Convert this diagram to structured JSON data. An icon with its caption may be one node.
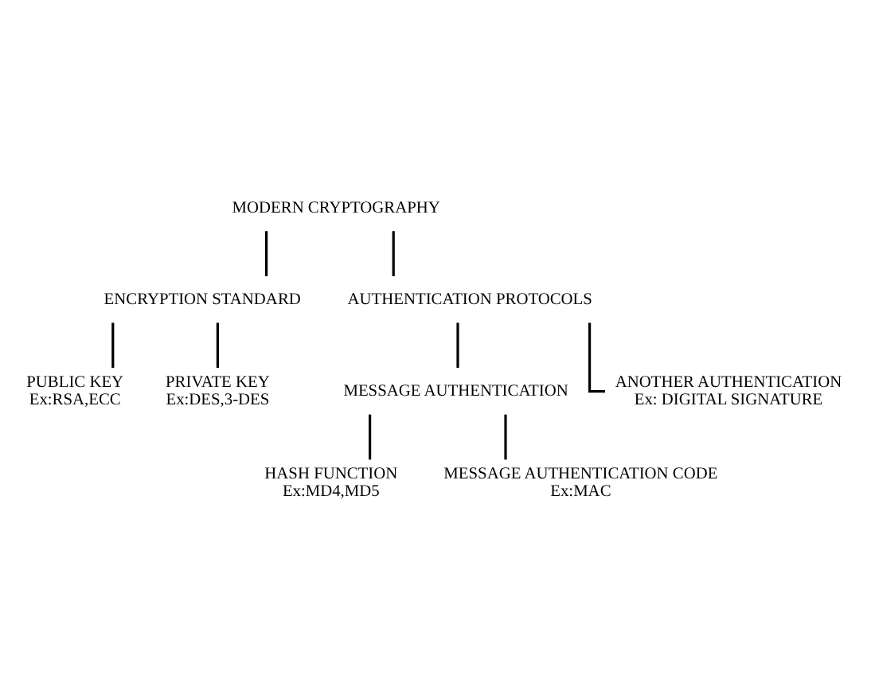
{
  "diagram": {
    "nodes": [
      {
        "text": [
          "MODERN CRYPTOGRAPHY"
        ]
      },
      {
        "text": [
          "ENCRYPTION STANDARD"
        ]
      },
      {
        "text": [
          "AUTHENTICATION PROTOCOLS"
        ]
      },
      {
        "text": [
          "PUBLIC KEY",
          "Ex:RSA,ECC"
        ]
      },
      {
        "text": [
          "PRIVATE KEY",
          "Ex:DES,3-DES"
        ]
      },
      {
        "text": [
          "MESSAGE AUTHENTICATION"
        ]
      },
      {
        "text": [
          "ANOTHER AUTHENTICATION",
          "Ex: DIGITAL SIGNATURE"
        ]
      },
      {
        "text": [
          "HASH FUNCTION",
          "Ex:MD4,MD5"
        ]
      },
      {
        "text": [
          "MESSAGE AUTHENTICATION CODE",
          "Ex:MAC"
        ]
      }
    ],
    "edges": [
      {
        "from": 0,
        "to": 1,
        "arrow": "none"
      },
      {
        "from": 0,
        "to": 2,
        "arrow": "none"
      },
      {
        "from": 1,
        "to": 3,
        "arrow": "none"
      },
      {
        "from": 1,
        "to": 4,
        "arrow": "none"
      },
      {
        "from": 2,
        "to": 5,
        "arrow": "none"
      },
      {
        "from": 2,
        "to": 6,
        "arrow": "none"
      },
      {
        "from": 5,
        "to": 7,
        "arrow": "none"
      },
      {
        "from": 5,
        "to": 8,
        "arrow": "none"
      }
    ]
  }
}
